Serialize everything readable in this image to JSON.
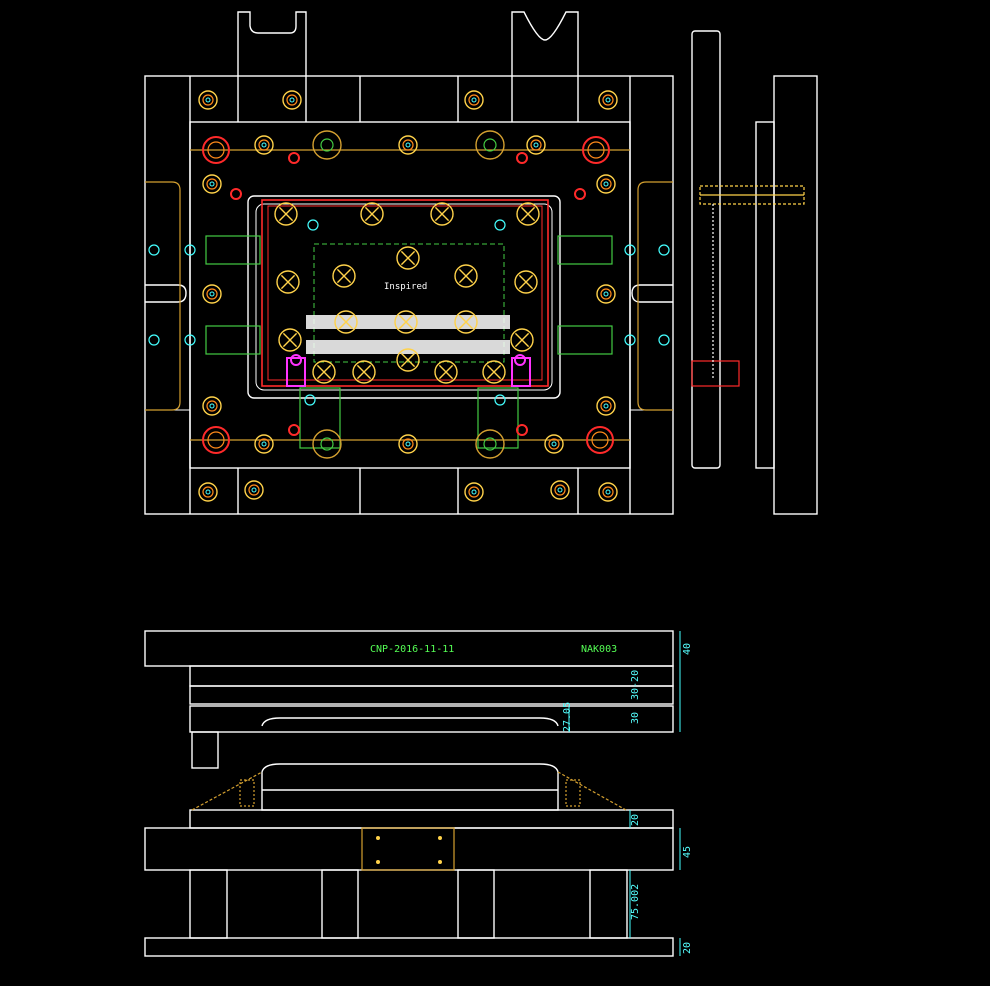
{
  "drawing": {
    "background": "#000000",
    "colors": {
      "outline": "#ffffff",
      "yellow": "#ffd24a",
      "orange": "#ff8a1a",
      "red": "#ff2a2a",
      "green": "#44cc44",
      "cyan": "#44ffff",
      "magenta": "#ff33ff",
      "gold": "#d4a030"
    }
  },
  "labels": {
    "part_code": "CNP-2016-11-11",
    "material": "NAK003",
    "logo_text": "Inspired"
  },
  "dimensions": {
    "top_plate": "40",
    "plates_a": "30-20",
    "plates_b": "30",
    "cavity_depth": "27.05",
    "lower_plate": "20",
    "base_plate": "45",
    "parallels": "75.002",
    "bottom_plate": "20"
  }
}
